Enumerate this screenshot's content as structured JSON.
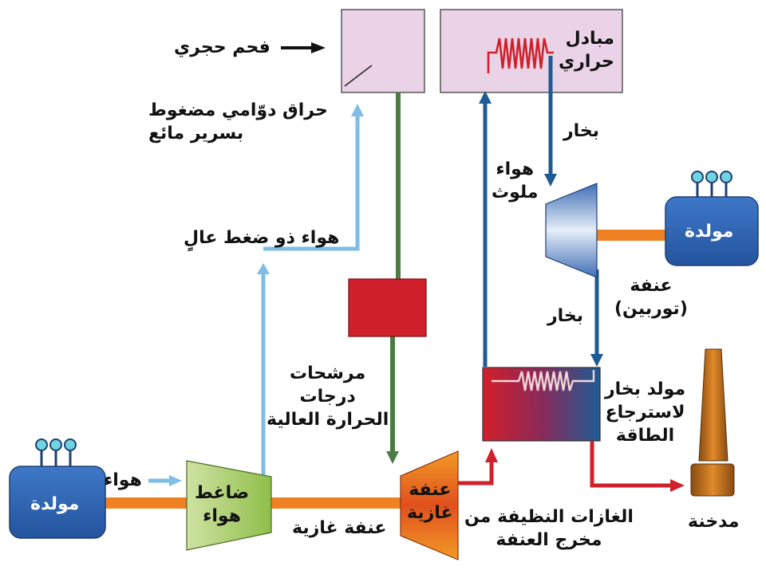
{
  "labels": {
    "coal": "فحم حجري",
    "combustor": [
      "حراق دوّامي مضغوط",
      "بسرير مائع"
    ],
    "heat_exchanger": [
      "مبادل",
      "حراري"
    ],
    "steam_top": "بخار",
    "dirty_air": [
      "هواء",
      "ملوث"
    ],
    "steam_turbine": [
      "عنفة",
      "(توربين)"
    ],
    "steam_mid": "بخار",
    "high_pressure_air": "هواء ذو ضغط عالٍ",
    "filters": [
      "مرشحات",
      "درجات",
      "الحرارة العالية"
    ],
    "generator_right": "مولدة",
    "generator_left": "مولدة",
    "air_in": "هواء",
    "air_compressor": [
      "ضاغط",
      "هواء"
    ],
    "gas_turbine_shaft": "عنفة غازية",
    "gas_turbine": [
      "عنفة",
      "غازية"
    ],
    "clean_gases": [
      "الغازات النظيفة من",
      "مخرج العنفة"
    ],
    "hrsg": [
      "مولد بخار",
      "لاسترجاع",
      "الطاقة"
    ],
    "stack": "مدخنة"
  },
  "colors": {
    "chamber": "#ead3e6",
    "filter": "#d0202b",
    "shaft": "#f08122",
    "steam_line": "#1e5b94",
    "air_line": "#7dbde6",
    "green_line": "#4c7b44",
    "red_line": "#d0202b",
    "generator": "#2e63b0"
  }
}
